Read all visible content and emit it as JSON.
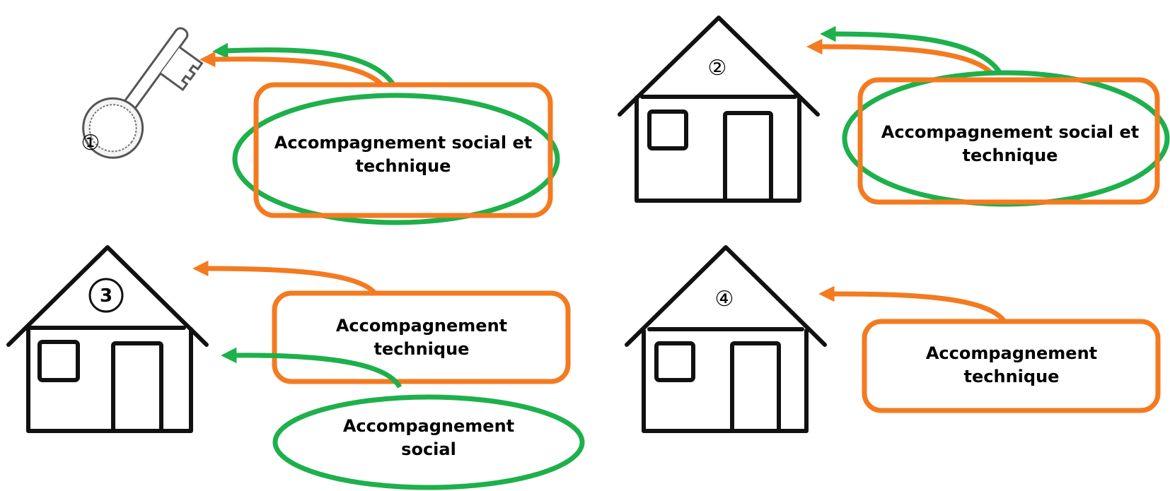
{
  "colors": {
    "orange": "#f47a20",
    "green": "#1db04b",
    "ink": "#111111"
  },
  "steps": [
    {
      "number": "①",
      "icon": "key-icon",
      "support": {
        "shapes": [
          "orange-box",
          "green-ellipse"
        ],
        "lines": [
          "Accompagnement social et",
          "technique"
        ]
      }
    },
    {
      "number": "②",
      "icon": "house-icon",
      "support": {
        "shapes": [
          "orange-box",
          "green-ellipse"
        ],
        "lines": [
          "Accompagnement social et",
          "technique"
        ]
      }
    },
    {
      "number": "3",
      "icon": "house-icon",
      "technical": {
        "lines": [
          "Accompagnement",
          "technique"
        ]
      },
      "social": {
        "lines": [
          "Accompagnement",
          "social"
        ]
      }
    },
    {
      "number": "④",
      "icon": "house-icon",
      "technical": {
        "lines": [
          "Accompagnement",
          "technique"
        ]
      }
    }
  ]
}
